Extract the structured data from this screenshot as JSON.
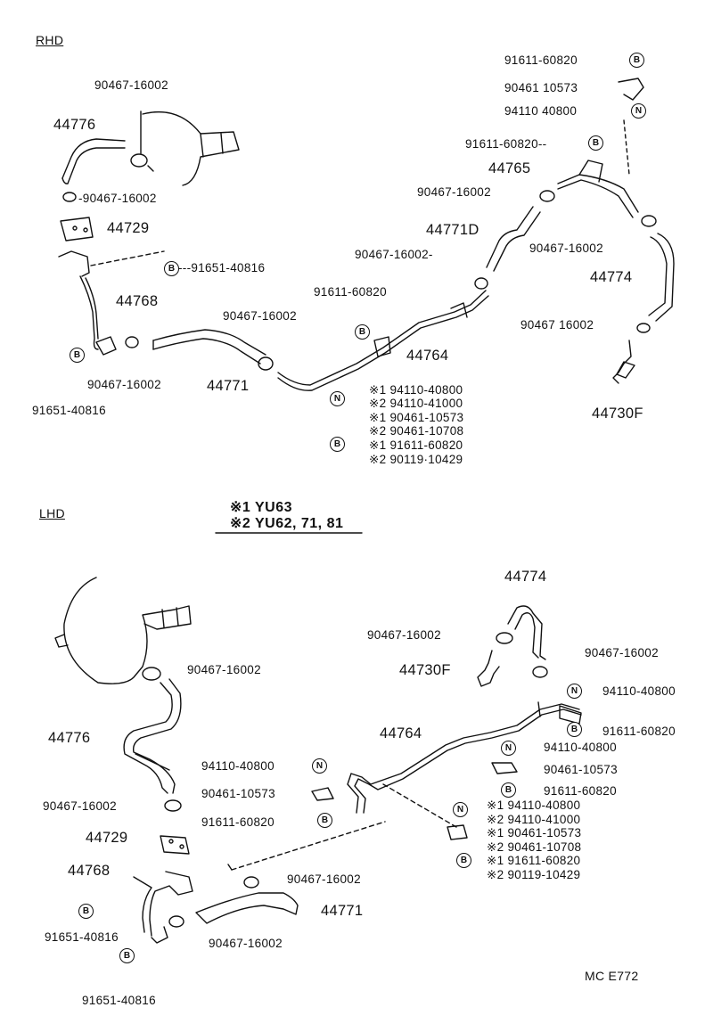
{
  "rhd": {
    "section": "RHD",
    "labels": {
      "p91611_top": "91611-60820",
      "p90461_top": "90461 10573",
      "p94110_top": "94110 40800",
      "p91611_b2": "91611-60820--",
      "p44765": "44765",
      "p90467_a": "90467-16002",
      "p44771d": "44771D",
      "p90467_b": "90467-16002",
      "p90467_c": "90467-16002-",
      "p44774": "44774",
      "p90467_d": "90467 16002",
      "p44730f": "44730F",
      "p90467_clamp_top": "90467-16002",
      "p44776": "44776",
      "p90467_clamp_low": "-90467-16002",
      "p44729": "44729",
      "p91651_right": "---91651-40816",
      "p44768": "44768",
      "p91651_left": "91651-40816",
      "p90467_lower": "90467-16002",
      "p90467_mid": "90467-16002",
      "p44771": "44771",
      "p91611_mid": "91611-60820",
      "p44764": "44764",
      "var1": "※1 94110-40800",
      "var2": "※2 94110-41000",
      "var3": "※1 90461-10573",
      "var4": "※2 90461-10708",
      "var5": "※1 91611-60820",
      "var6": "※2 90119·10429"
    },
    "symbols": {
      "b": "B",
      "n": "N"
    }
  },
  "legend": {
    "title": "LHD",
    "line1": "※1 YU63",
    "line2": "※2 YU62, 71, 81"
  },
  "lhd": {
    "labels": {
      "p44774": "44774",
      "p90467_a": "90467-16002",
      "p90467_b": "90467-16002",
      "p44730f": "44730F",
      "p94110_r": "94110-40800",
      "p91611_r": "91611-60820",
      "p44764": "44764",
      "p94110_r2": "94110-40800",
      "p90461_r2": "90461-10573",
      "p91611_r2": "91611-60820",
      "v1": "※1 94110-40800",
      "v2": "※2 94110-41000",
      "v3": "※1 90461-10573",
      "v4": "※2 90461-10708",
      "v5": "※1 91611-60820",
      "v6": "※2 90119-10429",
      "p90467_top": "90467-16002",
      "p44776": "44776",
      "p94110_l": "94110-40800",
      "p90461_l": "90461-10573",
      "p91611_l": "91611-60820",
      "p90467_l": "90467-16002",
      "p44729": "44729",
      "p44768": "44768",
      "p90467_m": "90467-16002",
      "p44771": "44771",
      "p91651_a": "91651-40816",
      "p90467_bot": "90467-16002",
      "p91651_b": "91651-40816"
    }
  },
  "footer": {
    "code": "MC E772"
  }
}
